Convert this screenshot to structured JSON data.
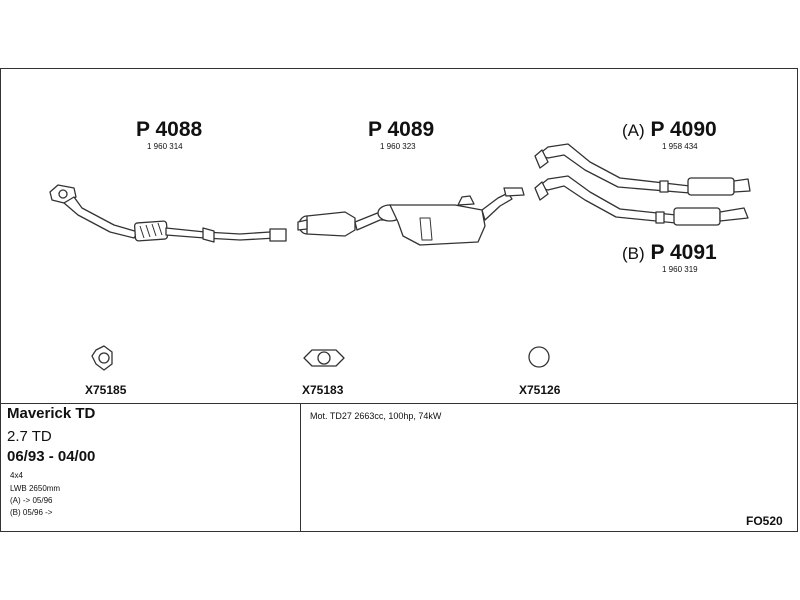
{
  "parts": [
    {
      "prefix": "",
      "number": "P 4088",
      "ref": "1 960 314"
    },
    {
      "prefix": "",
      "number": "P 4089",
      "ref": "1 960 323"
    },
    {
      "prefix": "(A)",
      "number": "P 4090",
      "ref": "1 958 434"
    },
    {
      "prefix": "(B)",
      "number": "P 4091",
      "ref": "1 960 319"
    }
  ],
  "gaskets": [
    "X75185",
    "X75183",
    "X75126"
  ],
  "vehicle": {
    "model": "Maverick TD",
    "engine": "2.7 TD",
    "years": "06/93 - 04/00",
    "notes": [
      "4x4",
      "LWB 2650mm",
      "(A) -> 05/96",
      "(B) 05/96 ->"
    ]
  },
  "motor_info": "Mot. TD27 2663cc, 100hp, 74kW",
  "diagram_code": "FO520"
}
